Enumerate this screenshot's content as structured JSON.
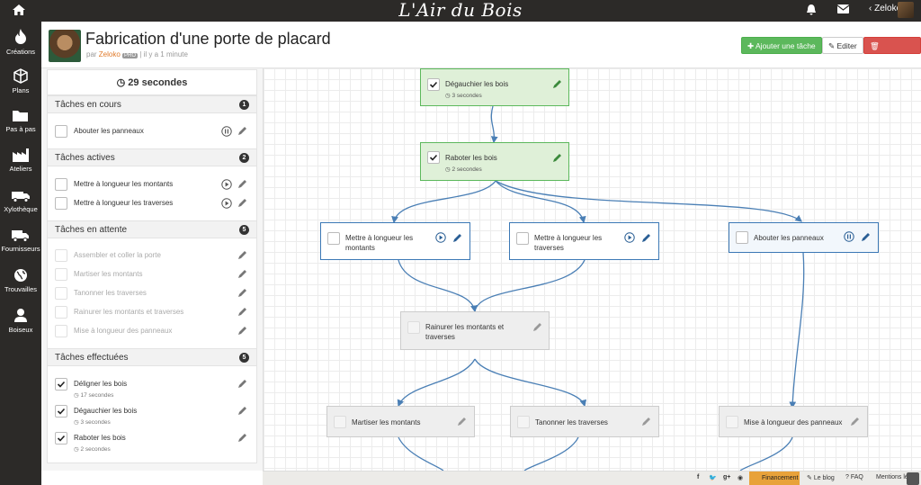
{
  "brand": "L'Air du Bois",
  "user": {
    "name": "Zeloko"
  },
  "nav": [
    {
      "label": "Créations",
      "icon": "fire-icon"
    },
    {
      "label": "Plans",
      "icon": "cube-icon"
    },
    {
      "label": "Pas à pas",
      "icon": "folder-icon"
    },
    {
      "label": "Ateliers",
      "icon": "factory-icon"
    },
    {
      "label": "Xylothèque",
      "icon": "truck-log-icon"
    },
    {
      "label": "Fournisseurs",
      "icon": "truck-icon"
    },
    {
      "label": "Trouvailles",
      "icon": "globe-icon"
    },
    {
      "label": "Boiseux",
      "icon": "user-icon"
    }
  ],
  "header": {
    "title": "Fabrication d'une porte de placard",
    "by": "par",
    "author": "Zeloko",
    "pro": "PRO",
    "time": "il y a 1 minute",
    "add_label": "Ajouter une tâche",
    "edit_label": "Editer",
    "delete_label": "Supprimer"
  },
  "panel": {
    "timer": "29 secondes",
    "sections": {
      "current": {
        "title": "Tâches en cours",
        "count": "1",
        "tasks": [
          "Abouter les panneaux"
        ]
      },
      "active": {
        "title": "Tâches actives",
        "count": "2",
        "tasks": [
          "Mettre à longueur les montants",
          "Mettre à longueur les traverses"
        ]
      },
      "waiting": {
        "title": "Tâches en attente",
        "count": "5",
        "tasks": [
          "Assembler et coller la porte",
          "Martiser les montants",
          "Tanonner les traverses",
          "Rainurer les montants et traverses",
          "Mise à longueur des panneaux"
        ]
      },
      "done": {
        "title": "Tâches effectuées",
        "count": "5",
        "tasks": [
          {
            "label": "Déligner les bois",
            "time": "17 secondes"
          },
          {
            "label": "Dégauchier les bois",
            "time": "3 secondes"
          },
          {
            "label": "Raboter les bois",
            "time": "2 secondes"
          }
        ]
      }
    }
  },
  "diagram": {
    "n1": {
      "label": "Dégauchier les bois",
      "time": "3 secondes"
    },
    "n2": {
      "label": "Raboter les bois",
      "time": "2 secondes"
    },
    "n3": {
      "line1": "Mettre à longueur les",
      "line2": "montants"
    },
    "n4": {
      "line1": "Mettre à longueur les",
      "line2": "traverses"
    },
    "n5": {
      "label": "Abouter les panneaux"
    },
    "n6": {
      "line1": "Rainurer les montants et",
      "line2": "traverses"
    },
    "n7": {
      "label": "Martiser les montants"
    },
    "n8": {
      "label": "Tanonner les traverses"
    },
    "n9": {
      "label": "Mise à longueur des panneaux"
    }
  },
  "footer": {
    "financement": "Financement",
    "blog": "Le blog",
    "faq": "FAQ",
    "mentions": "Mentions lé"
  },
  "colors": {
    "accent": "#5cb85c",
    "danger": "#d9534f",
    "brand_bg": "#2c2a28",
    "link": "#3b78b5"
  }
}
